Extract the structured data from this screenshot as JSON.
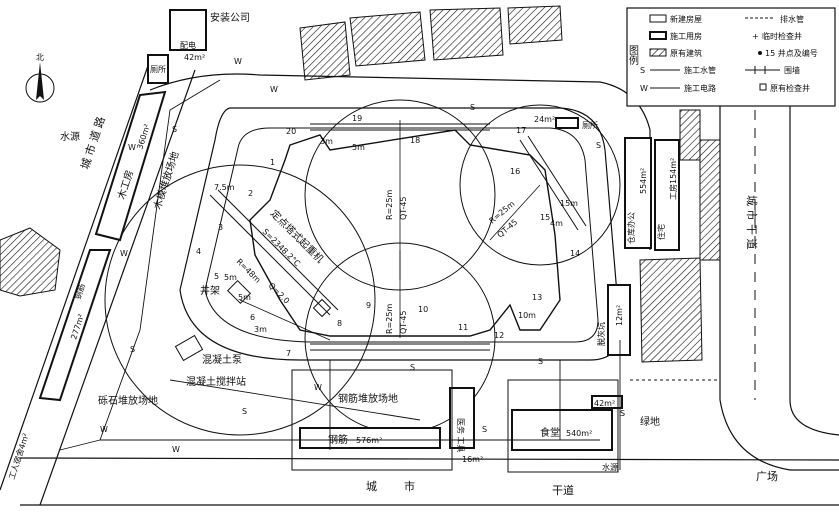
{
  "legend": {
    "side_title": "图例",
    "items": [
      {
        "label": "新建房屋"
      },
      {
        "label": "排水管"
      },
      {
        "label": "施工用房"
      },
      {
        "label": "临时检查井"
      },
      {
        "label": "原有建筑"
      },
      {
        "label": "15 井点及编号"
      },
      {
        "label": "施工水管"
      },
      {
        "label": "围墙"
      },
      {
        "label": "施工电路"
      },
      {
        "label": "原有检查井"
      }
    ]
  },
  "symbols": {
    "water": "S",
    "power": "W"
  },
  "labels": {
    "install_company": "安装公司",
    "distribution": "配电",
    "distribution_area": "42m²",
    "toilet_left": "厕所",
    "water_source_left": "水源",
    "city_road_left": "城 市 道 路",
    "wood_shop": "木工房",
    "wood_shop_area": "360m²",
    "wood_yard": "木模堆放场地",
    "steel_shop": "钢筋",
    "steel_shop_area": "277m²",
    "contractor_dorm": "工人宿舍4m²",
    "stone_yard": "砾石堆放场地",
    "mixer_pump": "混凝土泵",
    "mixer_station": "混凝土搅拌站",
    "well_frame": "井架",
    "tower_crane": "定点塔式起重机",
    "crane_model": "S=2348.2°C",
    "r48": "R=48m",
    "q20": "Q=2.0",
    "r25_top": "R=25m",
    "q45_top": "QT-45",
    "r25_right": "R=25m",
    "q45_right": "QT-45",
    "r25_bottom": "R=25m",
    "q45_bottom": "QT-45",
    "d24": "24m²",
    "toilet_right": "厕所",
    "office": "仓库办公",
    "office_area": "554m²",
    "worker_house": "住宅",
    "worker_house_area": "工房154m²",
    "city_main": "城 市 干 道",
    "lime_pool": "脱灰坑",
    "lime_pool_area": "12m²",
    "rebar_yard": "钢筋堆放场地",
    "rebar_shed": "钢筋",
    "rebar_shed_area": "576m²",
    "clinic": "医务 工具",
    "clinic_area": "16m²",
    "canteen": "食堂",
    "canteen_area": "540m²",
    "canteen_small": "42m²",
    "green": "绿地",
    "water_source_right": "水源",
    "plaza": "广场",
    "city_bottom_1": "城",
    "city_bottom_2": "市",
    "city_bottom_3": "干道",
    "dim_75": "7.5m",
    "dim_5a": "5m",
    "dim_5b": "5m",
    "dim_4": "4m",
    "dim_3a": "3m",
    "dim_3b": "3m",
    "dim_5c": "5m",
    "dim_10": "10m",
    "dim_15": "15m",
    "north": "北"
  },
  "well_points": [
    "1",
    "2",
    "3",
    "4",
    "5",
    "6",
    "7",
    "8",
    "9",
    "10",
    "11",
    "12",
    "13",
    "14",
    "15",
    "16",
    "17",
    "18",
    "19",
    "20"
  ]
}
